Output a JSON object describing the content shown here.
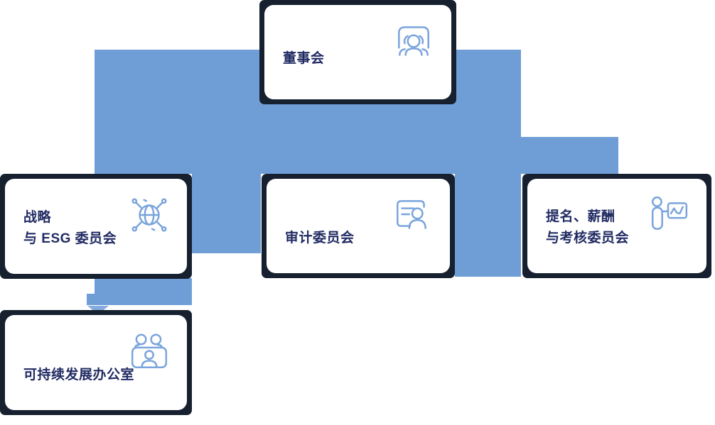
{
  "colors": {
    "connector_band": "#6f9ed7",
    "node_frame": "#16202e",
    "card_background": "#ffffff",
    "label_text": "#212b63",
    "icon_stroke": "#7aa4dc",
    "arrow": "#85abdf"
  },
  "org_chart": {
    "board": {
      "label_line1": "董事会",
      "icon": "people-group-icon"
    },
    "strategy_esg": {
      "label_line1": "战略",
      "label_line2": "与 ESG 委员会",
      "icon": "globe-network-icon"
    },
    "audit": {
      "label_line1": "审计委员会",
      "icon": "id-card-person-icon"
    },
    "nomination": {
      "label_line1": "提名、薪酬",
      "label_line2": "与考核委员会",
      "icon": "presenter-chart-icon"
    },
    "sustainability_office": {
      "label_line1": "可持续发展办公室",
      "icon": "meeting-people-icon"
    }
  }
}
